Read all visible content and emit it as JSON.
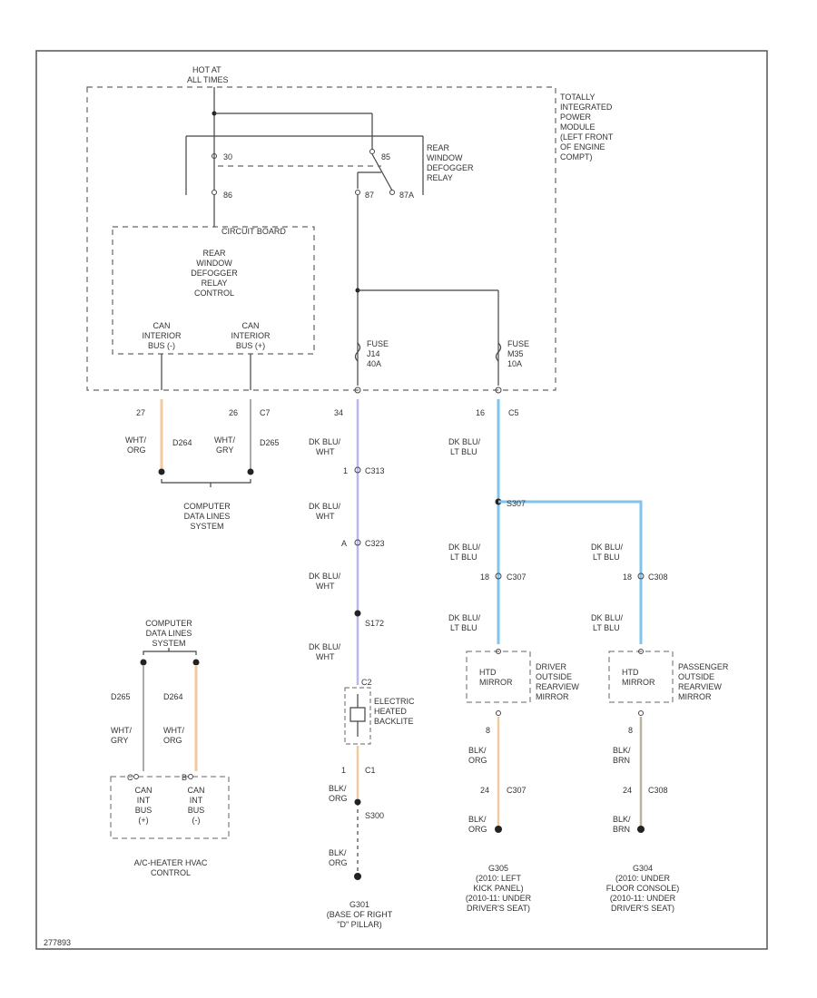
{
  "colors": {
    "orange_wire": "#f3c9a0",
    "violet_wire": "#b8b8ee",
    "blue_wire": "#7fc3ee",
    "tan_wire": "#b9b49a"
  },
  "tipm": {
    "hot_at": [
      "HOT AT",
      "ALL TIMES"
    ],
    "module_label": [
      "TOTALLY",
      "INTEGRATED",
      "POWER",
      "MODULE",
      "(LEFT FRONT",
      "OF ENGINE",
      "COMPT)"
    ],
    "relay_label": [
      "REAR",
      "WINDOW",
      "DEFOGGER",
      "RELAY"
    ],
    "relay_pins": {
      "p30": "30",
      "p85": "85",
      "p86": "86",
      "p87": "87",
      "p87a": "87A"
    },
    "circuit_board": "CIRCUIT BOARD",
    "control_label": [
      "REAR",
      "WINDOW",
      "DEFOGGER",
      "RELAY",
      "CONTROL"
    ],
    "can_left": [
      "CAN",
      "INTERIOR",
      "BUS (-)"
    ],
    "can_right": [
      "CAN",
      "INTERIOR",
      "BUS (+)"
    ],
    "fuse_left": [
      "FUSE",
      "J14",
      "40A"
    ],
    "fuse_right": [
      "FUSE",
      "M35",
      "10A"
    ]
  },
  "can_wires": {
    "pin_left": "27",
    "pin_right": "26",
    "connector": "C7",
    "color_left": [
      "WHT/",
      "ORG"
    ],
    "color_right": [
      "WHT/",
      "GRY"
    ],
    "circuit_left": "D264",
    "circuit_right": "D265",
    "system_label": [
      "COMPUTER",
      "DATA LINES",
      "SYSTEM"
    ]
  },
  "left_branch": {
    "pin": "34",
    "wire1": [
      "DK BLU/",
      "WHT"
    ],
    "conn1": {
      "pin": "1",
      "name": "C313"
    },
    "wire2": [
      "DK BLU/",
      "WHT"
    ],
    "conn2": {
      "pin": "A",
      "name": "C323"
    },
    "wire3": [
      "DK BLU/",
      "WHT"
    ],
    "splice": "S172",
    "wire4": [
      "DK BLU/",
      "WHT"
    ],
    "conn3": "C2",
    "backlite": [
      "ELECTRIC",
      "HEATED",
      "BACKLITE"
    ],
    "conn4": {
      "pin": "1",
      "name": "C1"
    },
    "wire5": [
      "BLK/",
      "ORG"
    ],
    "splice2": "S300",
    "wire6": [
      "BLK/",
      "ORG"
    ],
    "ground": [
      "G301",
      "(BASE OF RIGHT",
      "\"D\" PILLAR)"
    ]
  },
  "right_branch": {
    "pin": "16",
    "connector": "C5",
    "wire1": [
      "DK BLU/",
      "LT BLU"
    ],
    "splice": "S307",
    "wire_a": [
      "DK BLU/",
      "LT BLU"
    ],
    "conn_a": {
      "pin": "18",
      "name": "C307"
    },
    "wire_a2": [
      "DK BLU/",
      "LT BLU"
    ],
    "wire_b": [
      "DK BLU/",
      "LT BLU"
    ],
    "conn_b": {
      "pin": "18",
      "name": "C308"
    },
    "wire_b2": [
      "DK BLU/",
      "LT BLU"
    ]
  },
  "driver_mirror": {
    "box": [
      "HTD",
      "MIRROR"
    ],
    "label": [
      "DRIVER",
      "OUTSIDE",
      "REARVIEW",
      "MIRROR"
    ],
    "pin": "8",
    "wire1": [
      "BLK/",
      "ORG"
    ],
    "conn": {
      "pin": "24",
      "name": "C307"
    },
    "wire2": [
      "BLK/",
      "ORG"
    ],
    "ground": [
      "G305",
      "(2010: LEFT",
      "KICK PANEL)",
      "(2010-11: UNDER",
      "DRIVER'S SEAT)"
    ]
  },
  "passenger_mirror": {
    "box": [
      "HTD",
      "MIRROR"
    ],
    "label": [
      "PASSENGER",
      "OUTSIDE",
      "REARVIEW",
      "MIRROR"
    ],
    "pin": "8",
    "wire1": [
      "BLK/",
      "BRN"
    ],
    "conn": {
      "pin": "24",
      "name": "C308"
    },
    "wire2": [
      "BLK/",
      "BRN"
    ],
    "ground": [
      "G304",
      "(2010: UNDER",
      "FLOOR CONSOLE)",
      "(2010-11: UNDER",
      "DRIVER'S SEAT)"
    ]
  },
  "hvac": {
    "system_label": [
      "COMPUTER",
      "DATA LINES",
      "SYSTEM"
    ],
    "circuit_left": "D265",
    "circuit_right": "D264",
    "color_left": [
      "WHT/",
      "GRY"
    ],
    "color_right": [
      "WHT/",
      "ORG"
    ],
    "pin_left": "C",
    "pin_right": "B",
    "bus_left": [
      "CAN",
      "INT",
      "BUS",
      "(+)"
    ],
    "bus_right": [
      "CAN",
      "INT",
      "BUS",
      "(-)"
    ],
    "module_label": [
      "A/C-HEATER HVAC",
      "CONTROL"
    ]
  },
  "footer_id": "277893"
}
